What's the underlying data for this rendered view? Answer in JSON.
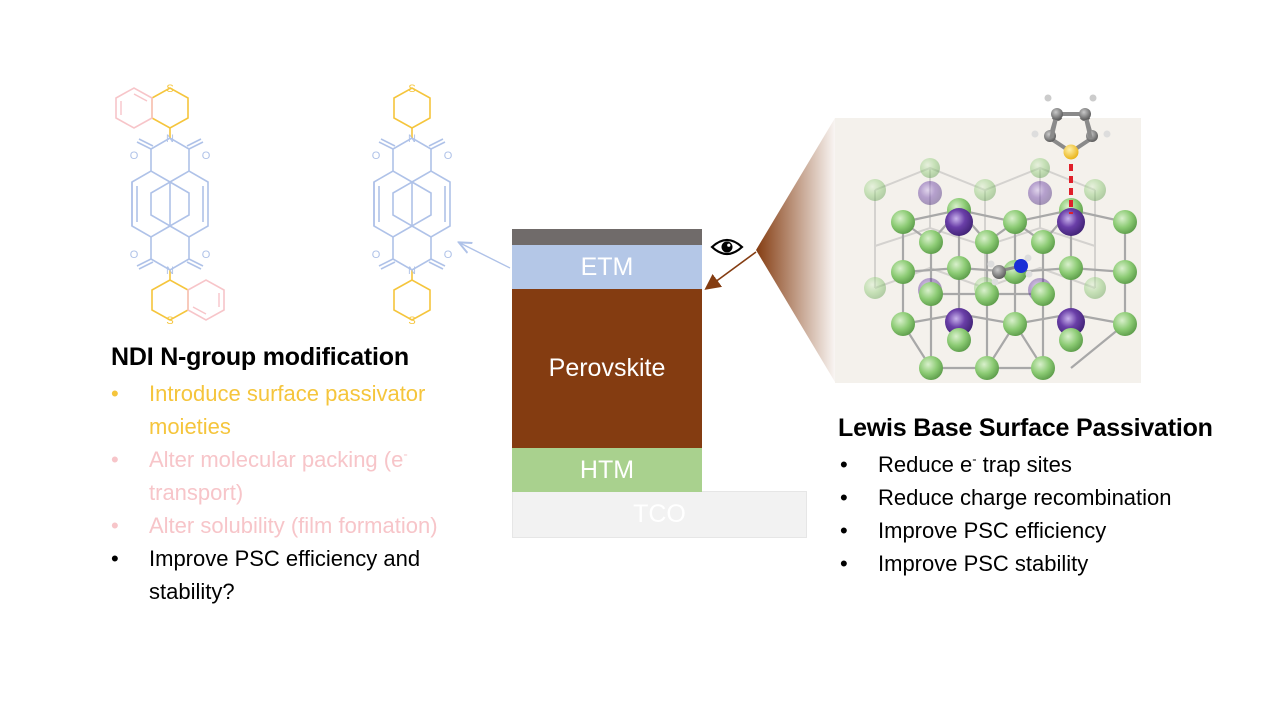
{
  "left": {
    "heading": "NDI N-group modification",
    "bullets": [
      {
        "text": "Introduce surface passivator moieties",
        "line1": "Introduce surface passivator",
        "line2": "moieties",
        "sup": "",
        "color": "#F5C53C",
        "dot": "•"
      },
      {
        "text": "Alter molecular packing (e- transport)",
        "line1": "Alter molecular packing (e",
        "sup": "-",
        "line2": "transport)",
        "color": "#F7C5C9",
        "dot": "•"
      },
      {
        "text": "Alter solubility (film formation)",
        "line1": "Alter solubility (film formation)",
        "line2": "",
        "sup": "",
        "color": "#F7C5C9",
        "dot": "•"
      },
      {
        "text": "Improve PSC efficiency and stability?",
        "line1": "Improve PSC efficiency and",
        "line2": "stability?",
        "sup": "",
        "color": "#000000",
        "dot": "•"
      }
    ]
  },
  "molecules": {
    "atom_s": "S",
    "atom_n": "N",
    "atom_o": "O",
    "colors": {
      "core": "#AFC2E8",
      "thiane": "#F5C53C",
      "benzo": "#F7C5C9"
    }
  },
  "stack": {
    "layers": [
      {
        "name": "top-contact",
        "label": "",
        "color": "#706B6A"
      },
      {
        "name": "ETM",
        "label": "ETM",
        "color": "#B4C7E7"
      },
      {
        "name": "Perovskite",
        "label": "Perovskite",
        "color": "#843C11"
      },
      {
        "name": "HTM",
        "label": "HTM",
        "color": "#A9D18E"
      },
      {
        "name": "TCO",
        "label": "TCO",
        "color": "#F2F2F2"
      }
    ]
  },
  "right": {
    "heading": "Lewis Base Surface Passivation",
    "bullets": [
      {
        "text": "Reduce e- trap sites",
        "pre": "Reduce e",
        "sup": "-",
        "post": " trap sites",
        "dot": "•"
      },
      {
        "text": "Reduce charge recombination",
        "pre": "Reduce charge recombination",
        "sup": "",
        "post": "",
        "dot": "•"
      },
      {
        "text": "Improve PSC efficiency",
        "pre": "Improve PSC efficiency",
        "sup": "",
        "post": "",
        "dot": "•"
      },
      {
        "text": "Improve PSC stability",
        "pre": "Improve PSC stability",
        "sup": "",
        "post": "",
        "dot": "•"
      }
    ]
  },
  "colors": {
    "arrow_blue": "#AFC2E8",
    "arrow_brown": "#843C11",
    "passivation_bond": "#E0202A",
    "lattice_green": "#8CCB74",
    "lattice_purple": "#6A3FA8",
    "panel_bg": "#F4F1EC"
  },
  "icons": [
    "eye-icon"
  ]
}
